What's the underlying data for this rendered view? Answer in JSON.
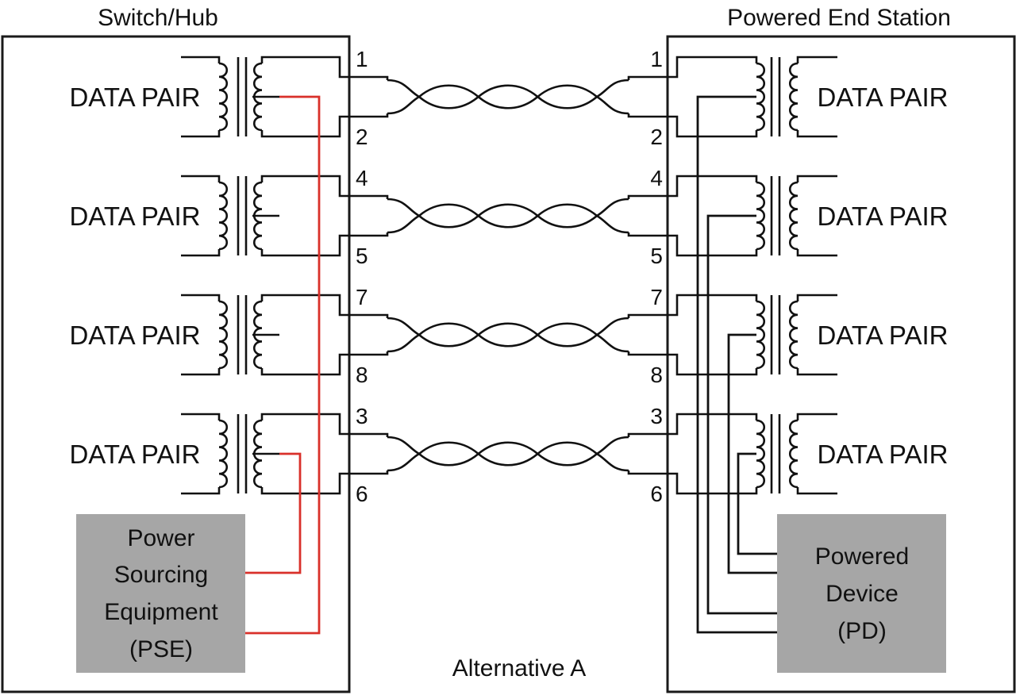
{
  "diagram": {
    "caption": "Alternative A",
    "colors": {
      "line": "#111111",
      "power_line": "#d9302a",
      "device_fill": "#a6a6a6",
      "background": "#ffffff"
    },
    "left_unit": {
      "title": "Switch/Hub",
      "device": {
        "lines": [
          "Power",
          "Sourcing",
          "Equipment",
          "(PSE)"
        ]
      },
      "power_feed_pairs": [
        1,
        4
      ],
      "power_feed_color": "red"
    },
    "right_unit": {
      "title": "Powered End Station",
      "device": {
        "lines": [
          "Powered",
          "Device",
          "(PD)"
        ]
      },
      "power_feed_pairs": [
        1,
        2,
        3,
        4
      ],
      "power_feed_color": "black"
    },
    "pairs": [
      {
        "label": "DATA PAIR",
        "pin_top": "1",
        "pin_bottom": "2"
      },
      {
        "label": "DATA PAIR",
        "pin_top": "4",
        "pin_bottom": "5"
      },
      {
        "label": "DATA PAIR",
        "pin_top": "7",
        "pin_bottom": "8"
      },
      {
        "label": "DATA PAIR",
        "pin_top": "3",
        "pin_bottom": "6"
      }
    ],
    "twists_per_pair": 4
  }
}
